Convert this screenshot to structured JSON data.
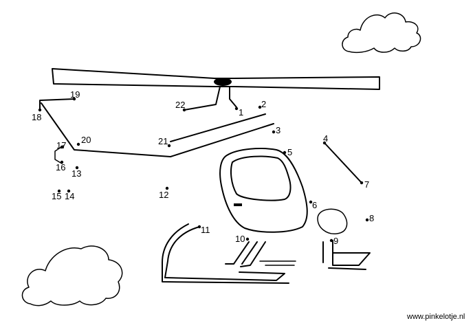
{
  "puzzle": {
    "subject": "helicopter",
    "dots": [
      {
        "label": "1"
      },
      {
        "label": "2"
      },
      {
        "label": "3"
      },
      {
        "label": "4"
      },
      {
        "label": "5"
      },
      {
        "label": "6"
      },
      {
        "label": "7"
      },
      {
        "label": "8"
      },
      {
        "label": "9"
      },
      {
        "label": "10"
      },
      {
        "label": "11"
      },
      {
        "label": "12"
      },
      {
        "label": "13"
      },
      {
        "label": "14"
      },
      {
        "label": "15"
      },
      {
        "label": "16"
      },
      {
        "label": "17"
      },
      {
        "label": "18"
      },
      {
        "label": "19"
      },
      {
        "label": "20"
      },
      {
        "label": "21"
      },
      {
        "label": "22"
      }
    ]
  },
  "footer": {
    "credit": "www.pinkelotje.nl"
  }
}
